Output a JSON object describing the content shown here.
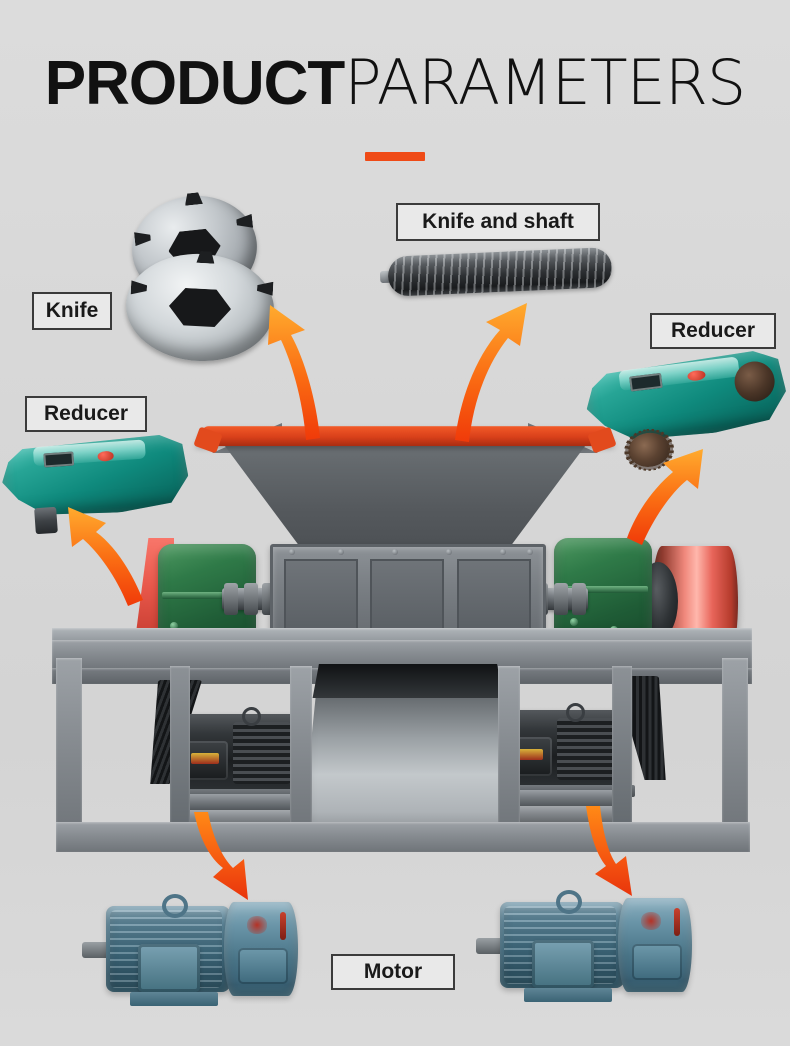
{
  "page": {
    "background_color": "#d9d9d9",
    "accent_color": "#ef4a16"
  },
  "header": {
    "title_bold": "PRODUCT",
    "title_light": "PARAMETERS",
    "rule_color": "#ef4a16"
  },
  "labels": {
    "knife": "Knife",
    "knife_and_shaft": "Knife and shaft",
    "reducer_right": "Reducer",
    "reducer_left": "Reducer",
    "motor": "Motor"
  },
  "parts": [
    {
      "name": "knife",
      "label": "Knife",
      "description": "two stacked hexagonal-bore shredder blades",
      "color": "#c9ced2"
    },
    {
      "name": "knife-and-shaft",
      "label": "Knife and shaft",
      "description": "assembled dark ribbed cutter shaft",
      "color": "#2c2f32"
    },
    {
      "name": "reducer-left",
      "label": "Reducer",
      "description": "teal gearbox reducer",
      "color": "#0f8a7d"
    },
    {
      "name": "reducer-right",
      "label": "Reducer",
      "description": "teal gearbox reducer with gear wheel",
      "color": "#0f8a7d"
    },
    {
      "name": "motor",
      "label": "Motor",
      "description": "blue-grey electric motor",
      "color": "#4a7588"
    }
  ],
  "machine": {
    "name": "double-shaft-shredder",
    "hopper_rim_color": "#d9401a",
    "hopper_body_color": "#5a5f63",
    "frame_color": "#878c91",
    "gearbox_color": "#2f7a48",
    "flywheel_color": "#e8655a",
    "chute": "discharge-chute"
  },
  "arrows": [
    {
      "name": "arrow-to-knife",
      "direction": "up-left",
      "color_from": "#ff4d0d",
      "color_to": "#ffa62b"
    },
    {
      "name": "arrow-to-knife-and-shaft",
      "direction": "up-right",
      "color_from": "#ff4d0d",
      "color_to": "#ffa62b"
    },
    {
      "name": "arrow-to-reducer-left",
      "direction": "up-left",
      "color_from": "#ff4d0d",
      "color_to": "#ffa62b"
    },
    {
      "name": "arrow-to-reducer-right",
      "direction": "up-right",
      "color_from": "#ff4d0d",
      "color_to": "#ffa62b"
    },
    {
      "name": "arrow-to-motor-left",
      "direction": "down",
      "color_from": "#ff7a12",
      "color_to": "#ef3a10"
    },
    {
      "name": "arrow-to-motor-right",
      "direction": "down",
      "color_from": "#ff7a12",
      "color_to": "#ef3a10"
    }
  ]
}
